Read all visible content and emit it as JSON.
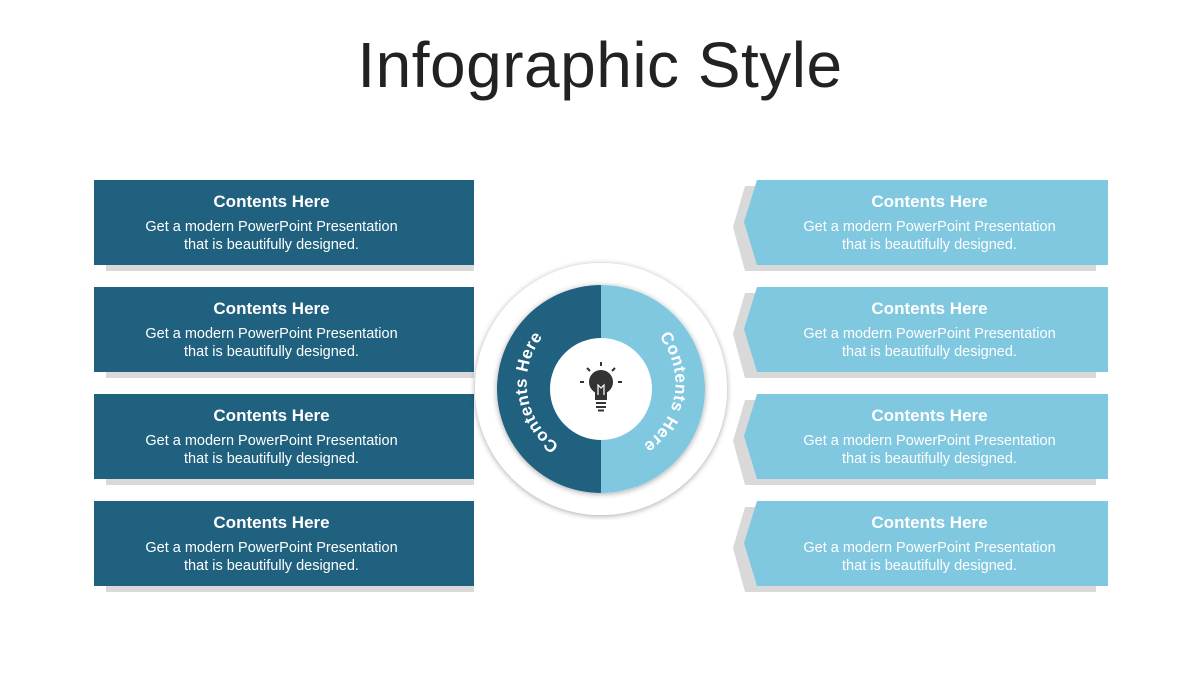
{
  "slide": {
    "title": "Infographic Style"
  },
  "colors": {
    "dark": "#20617f",
    "light": "#7fc8e0",
    "shadow": "#d9d9d9"
  },
  "left_cards": [
    {
      "heading": "Contents Here",
      "body": "Get a modern PowerPoint  Presentation\nthat is beautifully designed."
    },
    {
      "heading": "Contents Here",
      "body": "Get a modern PowerPoint  Presentation\nthat is beautifully designed."
    },
    {
      "heading": "Contents Here",
      "body": "Get a modern PowerPoint  Presentation\nthat is beautifully designed."
    },
    {
      "heading": "Contents Here",
      "body": "Get a modern PowerPoint  Presentation\nthat is beautifully designed."
    }
  ],
  "right_cards": [
    {
      "heading": "Contents Here",
      "body": "Get a modern PowerPoint  Presentation\nthat is beautifully designed."
    },
    {
      "heading": "Contents Here",
      "body": "Get a modern PowerPoint  Presentation\nthat is beautifully designed."
    },
    {
      "heading": "Contents Here",
      "body": "Get a modern PowerPoint  Presentation\nthat is beautifully designed."
    },
    {
      "heading": "Contents Here",
      "body": "Get a modern PowerPoint  Presentation\nthat is beautifully designed."
    }
  ],
  "hub": {
    "left_label": "Contents Here",
    "right_label": "Contents Here",
    "icon": "lightbulb-icon"
  }
}
